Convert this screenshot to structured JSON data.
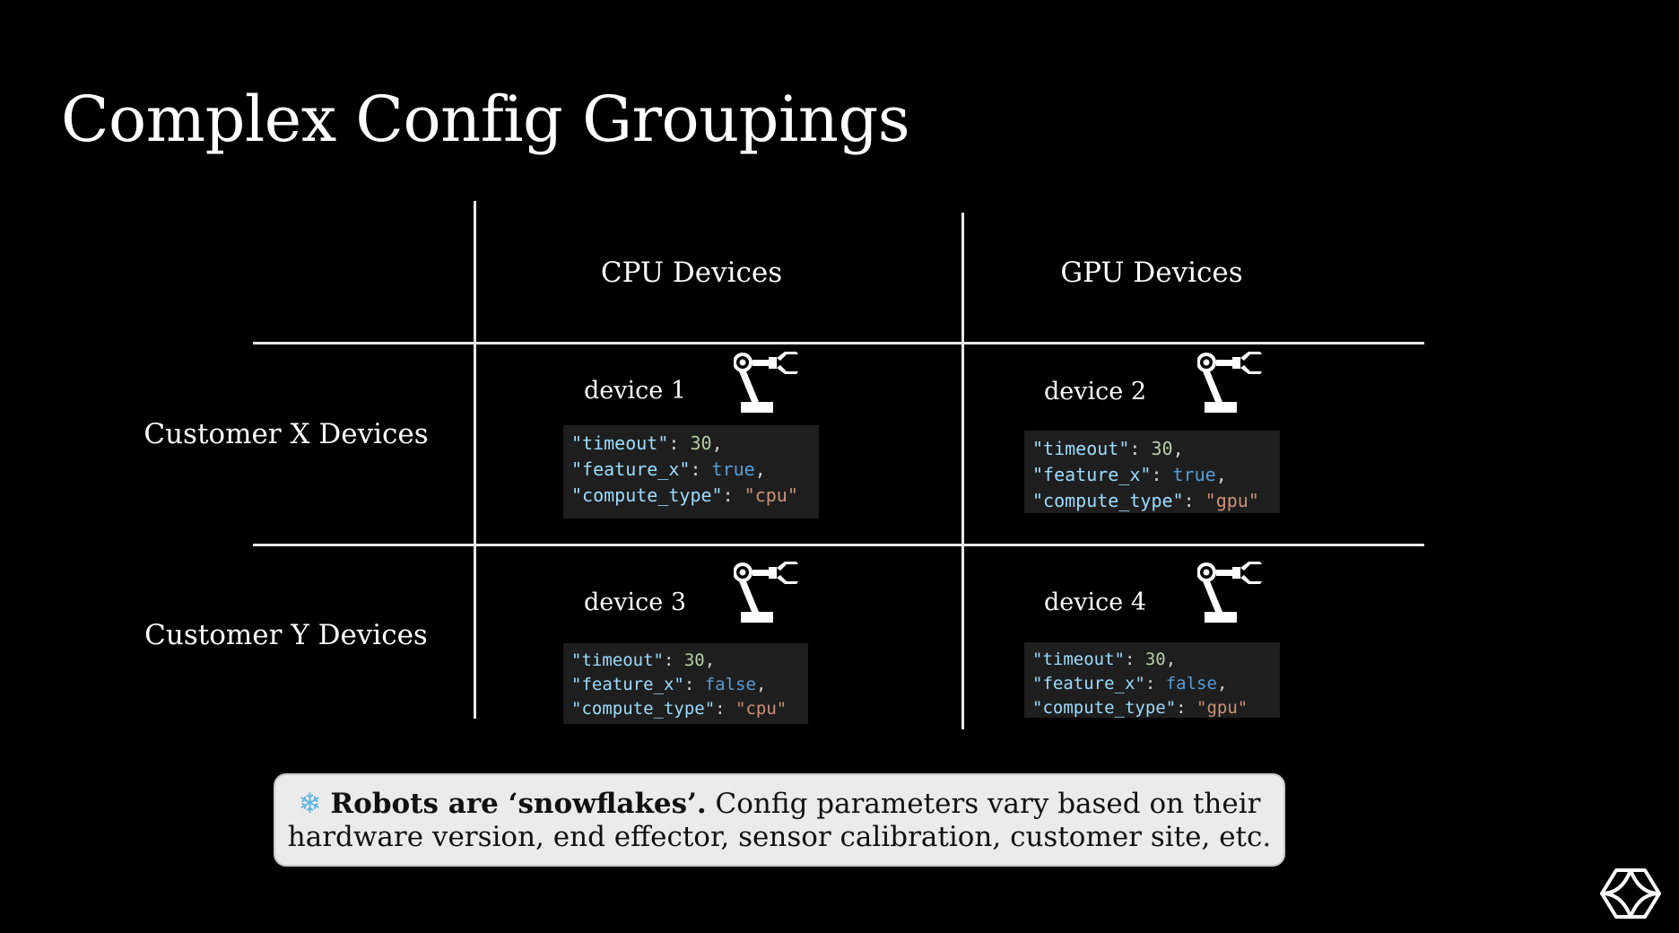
{
  "slide": {
    "title": "Complex Config Groupings"
  },
  "columns": [
    "CPU Devices",
    "GPU Devices"
  ],
  "rows": [
    "Customer X Devices",
    "Customer Y Devices"
  ],
  "devices": [
    {
      "label": "device 1",
      "timeout": "30",
      "feature_x": "true",
      "compute_type": "\"cpu\""
    },
    {
      "label": "device 2",
      "timeout": "30",
      "feature_x": "true",
      "compute_type": "\"gpu\""
    },
    {
      "label": "device 3",
      "timeout": "30",
      "feature_x": "false",
      "compute_type": "\"cpu\""
    },
    {
      "label": "device 4",
      "timeout": "30",
      "feature_x": "false",
      "compute_type": "\"gpu\""
    }
  ],
  "code_keys": {
    "timeout": "\"timeout\"",
    "feature_x": "\"feature_x\"",
    "compute_type": "\"compute_type\""
  },
  "callout": {
    "icon": "snowflake-icon",
    "snow_glyph": "❄",
    "bold": "Robots are ‘snowflakes’.",
    "line1_rest": " Config parameters vary based on their",
    "line2": "hardware version, end effector, sensor calibration, customer site, etc."
  },
  "icons": {
    "robot": "robot-arm-icon",
    "logo": "logo-icon"
  }
}
